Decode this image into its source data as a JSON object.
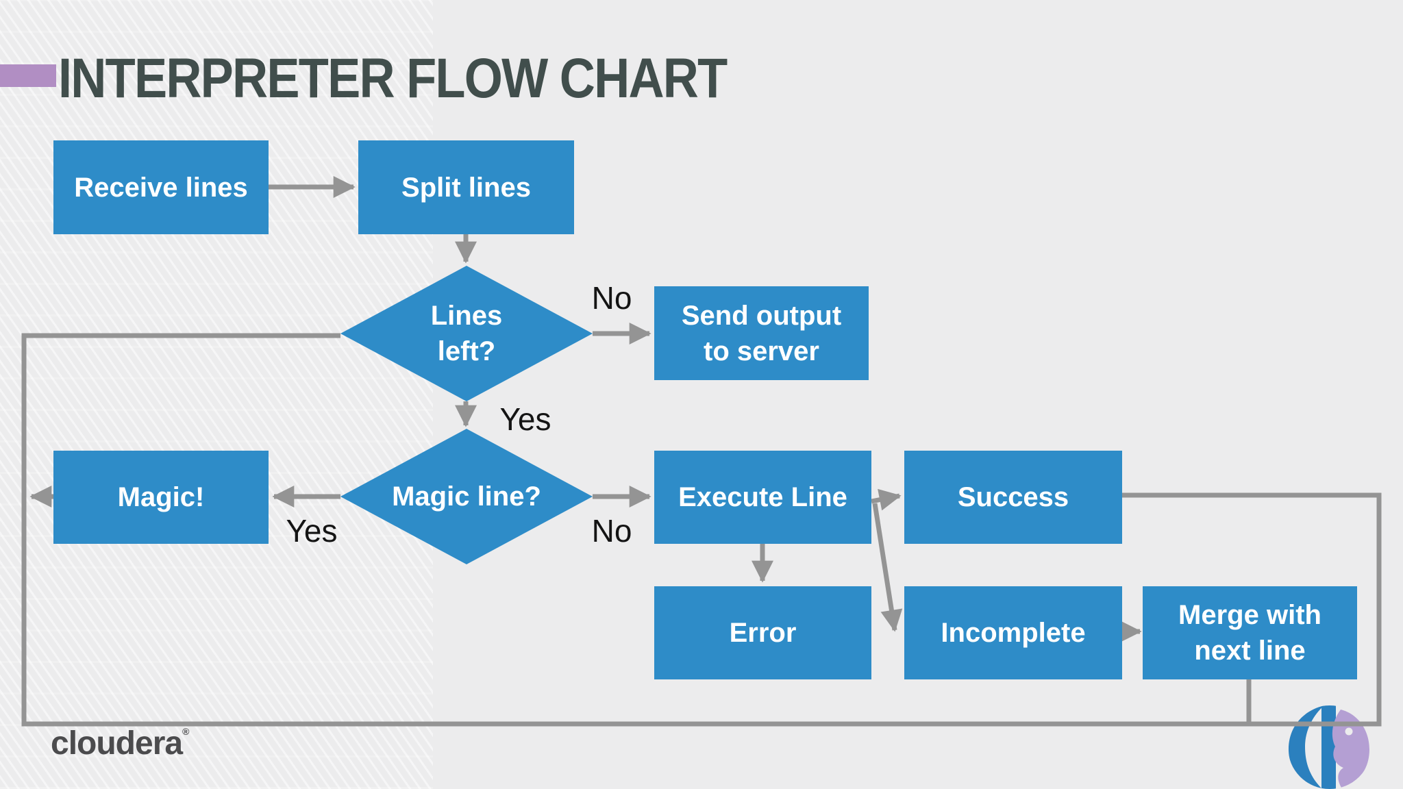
{
  "slide": {
    "title": "INTERPRETER FLOW CHART",
    "colors": {
      "background": "#ECECED",
      "node-fill": "#2E8CC8",
      "node-text": "#FFFFFF",
      "connector": "#949494",
      "title-text": "#414E4C",
      "accent": "#B18EC3",
      "label-text": "#141414",
      "brand-text": "#4B4B4D",
      "logo-blue": "#2B80BE",
      "logo-purple": "#B49FD3"
    }
  },
  "nodes": {
    "receive": {
      "label": "Receive lines",
      "shape": "process"
    },
    "split": {
      "label": "Split lines",
      "shape": "process"
    },
    "lines_left": {
      "label": "Lines left?",
      "shape": "decision"
    },
    "send_output": {
      "label": "Send output to server",
      "shape": "process"
    },
    "magic_line": {
      "label": "Magic line?",
      "shape": "decision"
    },
    "magic": {
      "label": "Magic!",
      "shape": "process"
    },
    "execute": {
      "label": "Execute Line",
      "shape": "process"
    },
    "success": {
      "label": "Success",
      "shape": "process"
    },
    "error": {
      "label": "Error",
      "shape": "process"
    },
    "incomplete": {
      "label": "Incomplete",
      "shape": "process"
    },
    "merge": {
      "label": "Merge with next line",
      "shape": "process"
    }
  },
  "edge_labels": {
    "lines_left_no": "No",
    "lines_left_yes": "Yes",
    "magic_line_yes": "Yes",
    "magic_line_no": "No"
  },
  "footer": {
    "brand": "cloudera",
    "registered_mark": "®",
    "logo": "hue-logo"
  }
}
